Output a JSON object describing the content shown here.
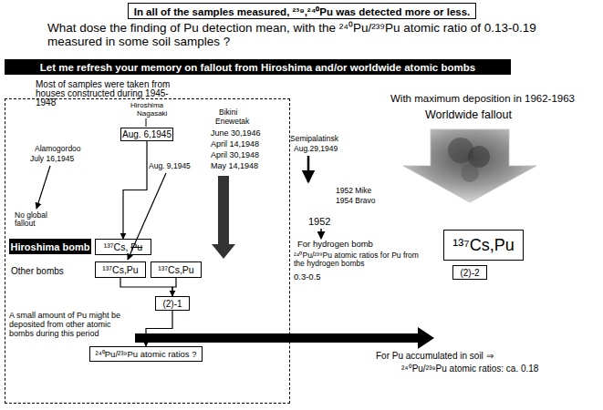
{
  "diagram": {
    "nodes": [
      {
        "text": [
          "In all of the samples measured, ²³⁹,²⁴⁰Pu was detected more or less."
        ]
      },
      {
        "text": [
          "Let me refresh your memory on fallout from Hiroshima and/or worldwide atomic bombs"
        ]
      },
      {
        "text": [
          "Most of samples were taken from houses constructed during 1945-1948"
        ]
      },
      {
        "text": [
          "Aug. 6,1945"
        ],
        "in": 2
      },
      {
        "text": [
          "Hiroshima bomb"
        ],
        "in": 2
      },
      {
        "text": [
          "¹³⁷Cs,",
          "Pu"
        ],
        "in": 2
      },
      {
        "text": [
          "¹³⁷Cs,Pu"
        ],
        "in": 2
      },
      {
        "text": [
          "¹³⁷Cs,Pu"
        ],
        "in": 2
      },
      {
        "text": [
          "(2)-1"
        ],
        "in": 2
      },
      {
        "text": [
          "²⁴⁰Pu/²³⁹Pu atomic ratios ?"
        ],
        "in": 2
      },
      {
        "text": [
          "¹³⁷Cs,Pu"
        ]
      },
      {
        "text": [
          "(2)-2"
        ]
      }
    ],
    "edges": [
      {
        "from": 3,
        "to": 5,
        "arrow": "to"
      },
      {
        "from": 6,
        "to": 8,
        "arrow": "none"
      },
      {
        "from": 7,
        "to": 8,
        "arrow": "to"
      },
      {
        "from": 8,
        "to": 9,
        "arrow": "to"
      }
    ],
    "labels": [
      "What dose the finding of Pu detection mean, with the ²⁴⁰Pu/²³⁹Pu atomic ratio of 0.13-0.19 measured in some soil samples ?",
      "Hiroshima",
      "Nagasaki",
      "Alamogordoo",
      "July 16,1945",
      "Aug. 9,1945",
      "Bikini",
      "Enewetak",
      "June 30,1946",
      "April 14,1948",
      "April 30,1948",
      "May 14,1948",
      "No global fallout",
      "Other bombs",
      "A small amount of Pu might be deposited from other atomic bombs during this period",
      "Semipalatinsk",
      "Aug.29,1949",
      "With maximum deposition in 1962-1963",
      "Worldwide fallout",
      "1952 Mike",
      "1954 Bravo",
      "1952",
      "For hydrogen bomb",
      "²⁴⁰Pu/²³⁹Pu atomic ratios for Pu from the hydrogen bombs",
      "0.3-0.5",
      "For Pu accumulated in soil ⇒",
      "²⁴⁰Pu/²³⁹Pu atomic ratios: ca. 0.18"
    ]
  }
}
